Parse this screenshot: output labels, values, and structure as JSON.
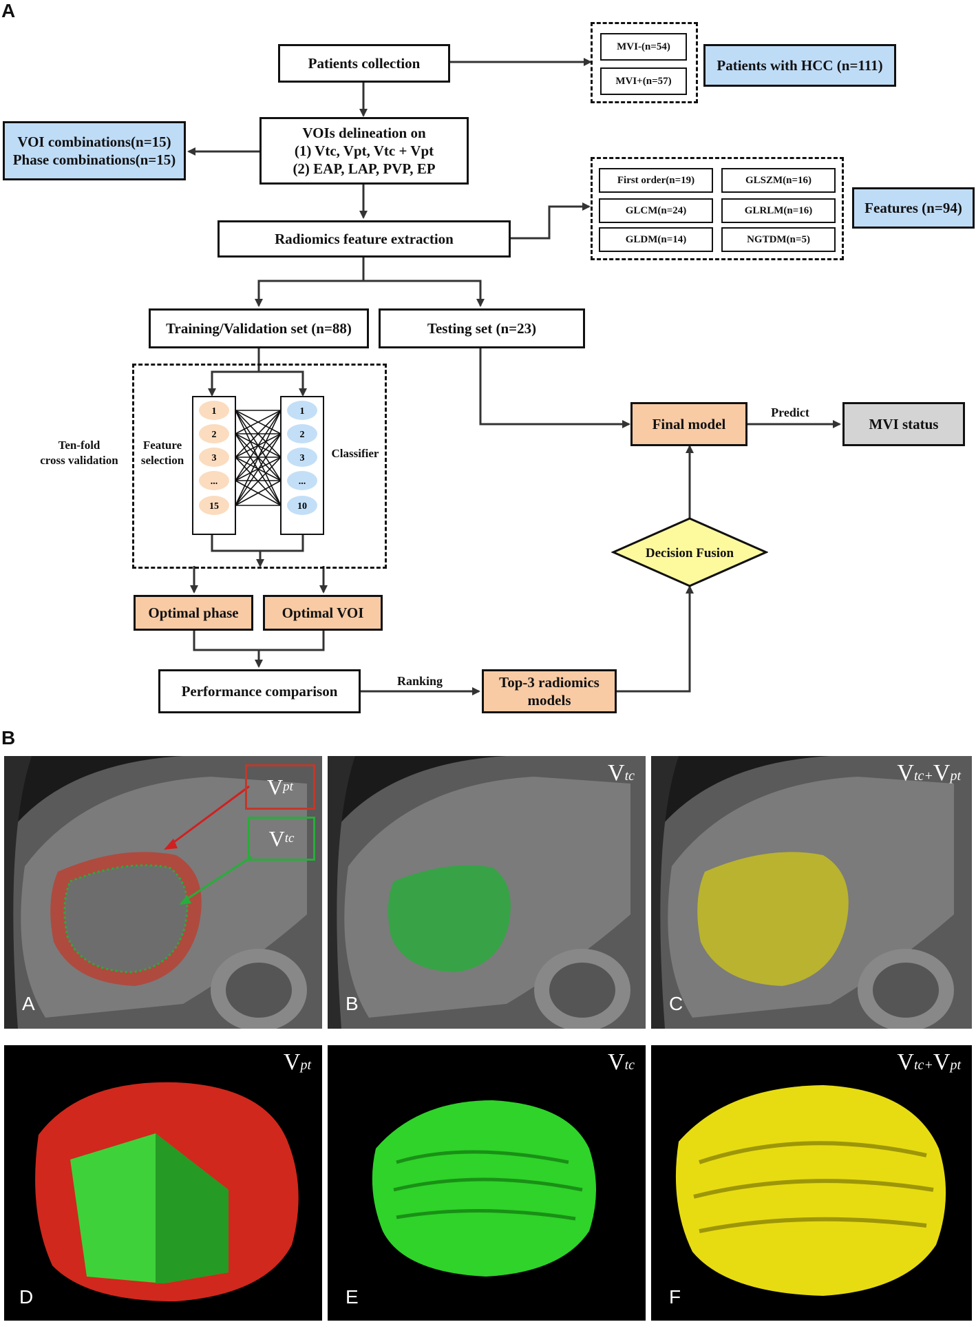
{
  "panel_labels": {
    "a": "A",
    "b": "B"
  },
  "flow": {
    "patients_collection": "Patients collection",
    "mvi_neg": "MVI-(n=54)",
    "mvi_pos": "MVI+(n=57)",
    "patients_hcc": "Patients with HCC (n=111)",
    "voi_line1": "VOIs delineation on",
    "voi_line2": "(1) Vtc, Vpt, Vtc + Vpt",
    "voi_line3": "(2) EAP, LAP, PVP, EP",
    "voi_comb": "VOI combinations(n=15)",
    "phase_comb": "Phase combinations(n=15)",
    "features": {
      "first_order": "First order(n=19)",
      "glszm": "GLSZM(n=16)",
      "glcm": "GLCM(n=24)",
      "glrlm": "GLRLM(n=16)",
      "gldm": "GLDM(n=14)",
      "ngtdm": "NGTDM(n=5)"
    },
    "features_total": "Features (n=94)",
    "extraction": "Radiomics feature extraction",
    "training": "Training/Validation set (n=88)",
    "testing": "Testing set (n=23)",
    "tenfold_1": "Ten-fold",
    "tenfold_2": "cross validation",
    "feature_sel_1": "Feature",
    "feature_sel_2": "selection",
    "classifier": "Classifier",
    "left_nodes": [
      "1",
      "2",
      "3",
      "...",
      "15"
    ],
    "right_nodes": [
      "1",
      "2",
      "3",
      "...",
      "10"
    ],
    "optimal_phase": "Optimal phase",
    "optimal_voi": "Optimal VOI",
    "performance": "Performance comparison",
    "ranking": "Ranking",
    "top3_1": "Top-3 radiomics",
    "top3_2": "models",
    "decision_fusion": "Decision Fusion",
    "final_model": "Final model",
    "predict": "Predict",
    "mvi_status": "MVI status"
  },
  "images": {
    "top": [
      {
        "letter": "A",
        "tag": ""
      },
      {
        "letter": "B",
        "tag_main": "V",
        "tag_sub": "tc"
      },
      {
        "letter": "C",
        "tag_main": "V",
        "tag_sub": "tc+",
        "tag_main2": "V",
        "tag_sub2": "pt"
      }
    ],
    "bottom": [
      {
        "letter": "D",
        "tag_main": "V",
        "tag_sub": "pt"
      },
      {
        "letter": "E",
        "tag_main": "V",
        "tag_sub": "tc"
      },
      {
        "letter": "F",
        "tag_main": "V",
        "tag_sub": "tc+",
        "tag_main2": "V",
        "tag_sub2": "pt"
      }
    ],
    "callout_pt_main": "V",
    "callout_pt_sub": "pt",
    "callout_tc_main": "V",
    "callout_tc_sub": "tc"
  },
  "colors": {
    "blue_box": "#bfdcf7",
    "orange_box": "#f8cba5",
    "gray_box": "#d4d4d4",
    "diamond": "#fdfa9e",
    "left_node": "#fbdcbf",
    "right_node": "#c3dff7",
    "roi_red": "#c0392b",
    "roi_green": "#27ae3a",
    "roi_yellow": "#c9c21e"
  }
}
